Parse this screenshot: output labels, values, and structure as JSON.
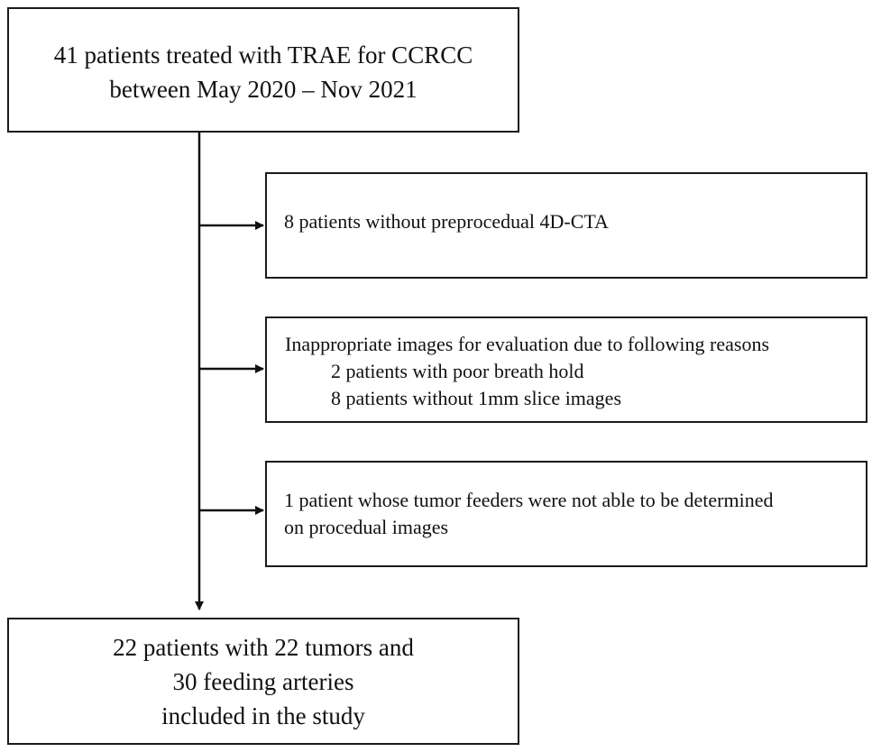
{
  "flowchart": {
    "start": {
      "lines": [
        "41 patients treated with TRAE for CCRCC",
        "between May 2020 – Nov 2021"
      ]
    },
    "exclusions": [
      {
        "lines": [
          "8 patients without preprocedual 4D-CTA"
        ]
      },
      {
        "lines": [
          "Inappropriate images for evaluation due to following reasons",
          "2 patients with poor breath hold",
          "8 patients without 1mm slice images"
        ]
      },
      {
        "lines": [
          "1 patient whose tumor feeders were not able to be determined",
          "on procedual images"
        ]
      }
    ],
    "end": {
      "lines": [
        "22 patients with 22 tumors and",
        "30 feeding arteries",
        "included in the study"
      ]
    }
  }
}
